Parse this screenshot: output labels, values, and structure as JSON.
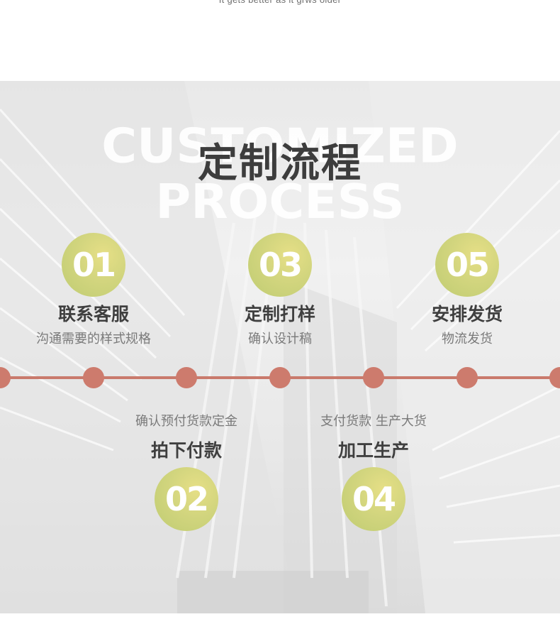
{
  "header": {
    "tagline": "It gets better as it grws older"
  },
  "section": {
    "title_en": "CUSTOMIZED PROCESS",
    "title_cn": "定制流程"
  },
  "steps": [
    {
      "number": "01",
      "title": "联系客服",
      "desc": "沟通需要的样式规格"
    },
    {
      "number": "02",
      "title": "拍下付款",
      "desc": "确认预付货款定金"
    },
    {
      "number": "03",
      "title": "定制打样",
      "desc": "确认设计稿"
    },
    {
      "number": "04",
      "title": "加工生产",
      "desc": "支付货款 生产大货"
    },
    {
      "number": "05",
      "title": "安排发货",
      "desc": "物流发货"
    }
  ],
  "colors": {
    "timeline": "#c97a6c",
    "circle_start": "#e6df86",
    "circle_end": "#bfcc72",
    "title_text": "#3d3d3d"
  }
}
